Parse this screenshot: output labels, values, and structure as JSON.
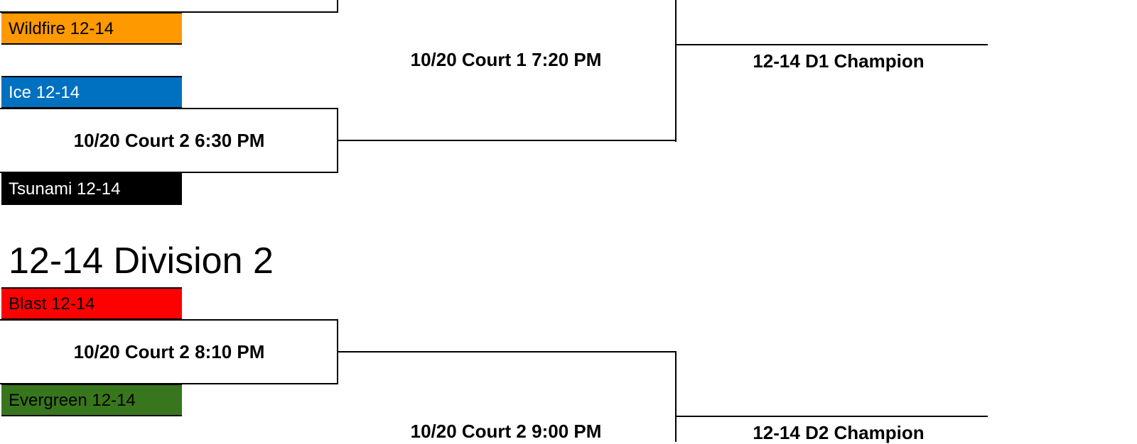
{
  "division1": {
    "teams": [
      {
        "name": "Wildfire 12-14",
        "color": "#FF9900",
        "text_color": "#000000"
      },
      {
        "name": "Ice 12-14",
        "color": "#0070C0",
        "text_color": "#FFFFFF"
      },
      {
        "name": "Tsunami 12-14",
        "color": "#000000",
        "text_color": "#FFFFFF"
      }
    ],
    "semifinal_label": "10/20 Court 2 6:30 PM",
    "final_label": "10/20 Court 1 7:20 PM",
    "champion_label": "12-14 D1 Champion"
  },
  "division2": {
    "title": "12-14 Division 2",
    "teams": [
      {
        "name": "Blast 12-14",
        "color": "#FF0000",
        "text_color": "#000000"
      },
      {
        "name": "Evergreen 12-14",
        "color": "#38761D",
        "text_color": "#000000"
      }
    ],
    "semifinal_label": "10/20 Court 2 8:10 PM",
    "final_label": "10/20 Court 2 9:00 PM",
    "champion_label": "12-14 D2 Champion"
  }
}
